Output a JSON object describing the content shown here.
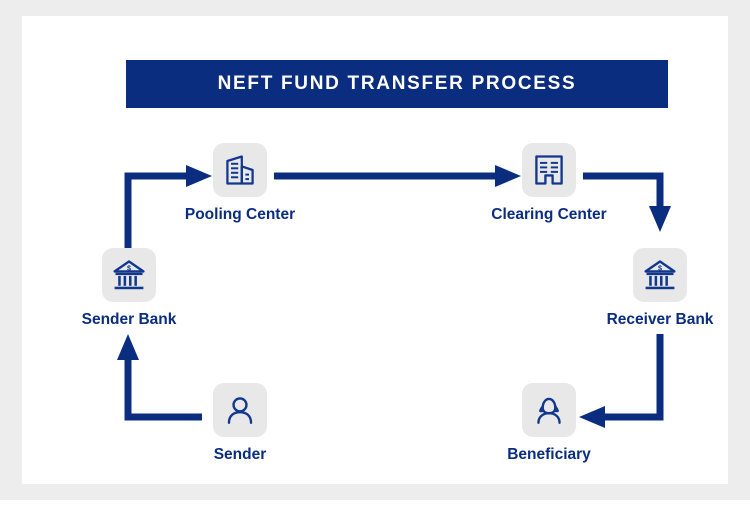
{
  "header": {
    "title": "NEFT FUND TRANSFER PROCESS"
  },
  "colors": {
    "navy": "#0b2d80",
    "tile_background": "#e8e8e8",
    "canvas": "#ffffff",
    "frame": "#ededed",
    "banner_text": "#ffffff"
  },
  "diagram": {
    "type": "flow-diagram",
    "nodes": [
      {
        "id": "sender-bank",
        "label": "Sender Bank",
        "icon": "bank-icon"
      },
      {
        "id": "pooling",
        "label": "Pooling Center",
        "icon": "office-building-icon"
      },
      {
        "id": "clearing",
        "label": "Clearing Center",
        "icon": "institution-building-icon"
      },
      {
        "id": "receiver-bank",
        "label": "Receiver Bank",
        "icon": "bank-icon"
      },
      {
        "id": "sender",
        "label": "Sender",
        "icon": "person-icon"
      },
      {
        "id": "beneficiary",
        "label": "Beneficiary",
        "icon": "person-female-icon"
      }
    ],
    "connections": [
      {
        "from": "sender",
        "to": "sender-bank",
        "shape": "elbow-left-up",
        "arrow": "up"
      },
      {
        "from": "sender-bank",
        "to": "pooling",
        "shape": "elbow-up-right",
        "arrow": "right"
      },
      {
        "from": "pooling",
        "to": "clearing",
        "shape": "straight",
        "arrow": "right"
      },
      {
        "from": "clearing",
        "to": "receiver-bank",
        "shape": "elbow-right-down",
        "arrow": "down"
      },
      {
        "from": "receiver-bank",
        "to": "beneficiary",
        "shape": "elbow-down-left",
        "arrow": "left"
      }
    ]
  }
}
